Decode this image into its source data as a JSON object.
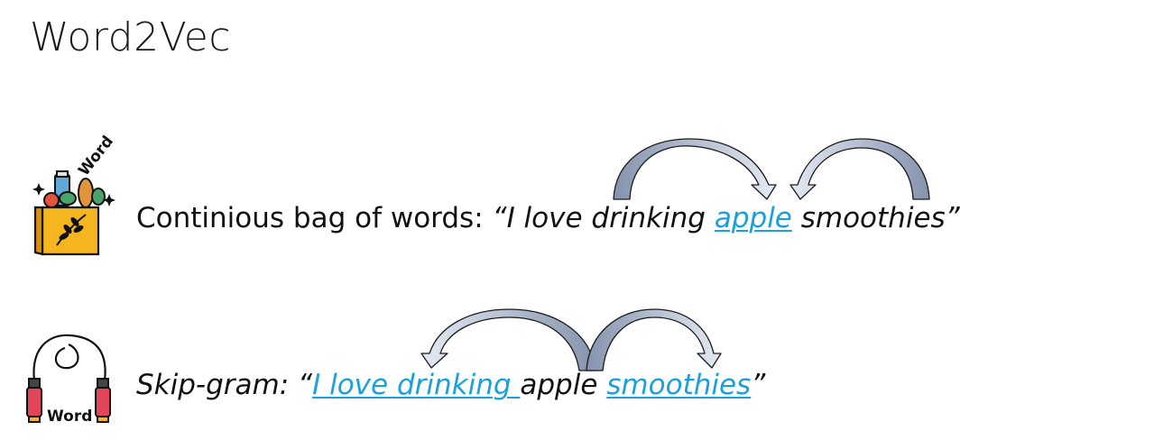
{
  "title": "Word2Vec",
  "cbow": {
    "label": "Continious bag of words:",
    "open_quote": " “",
    "before": "I love drinking ",
    "target": "apple",
    "after": " smoothies",
    "close_quote": "”",
    "icon_name": "grocery-bag-icon",
    "icon_text": "Word"
  },
  "skipgram": {
    "label": "Skip-gram:",
    "open_quote": " “",
    "context_left": "I love drinking ",
    "center": "apple",
    "space": " ",
    "context_right": "smoothies",
    "close_quote": "”",
    "icon_name": "jump-rope-icon",
    "icon_text": "Word"
  },
  "colors": {
    "text": "#111111",
    "highlight": "#1aa0de",
    "arrow_light": "#dfe6f2",
    "arrow_dark": "#8593ad"
  }
}
